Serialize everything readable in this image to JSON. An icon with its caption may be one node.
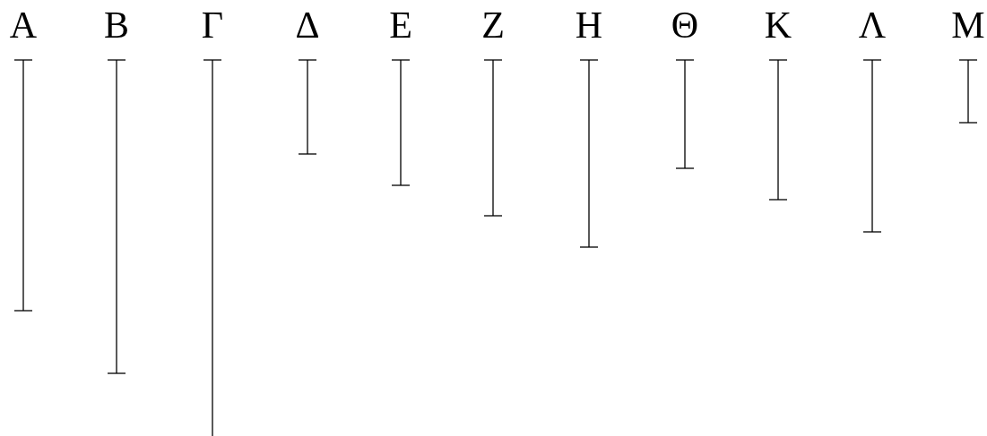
{
  "diagram": {
    "labels": [
      "Α",
      "Β",
      "Γ",
      "Δ",
      "Ε",
      "Ζ",
      "Η",
      "Θ",
      "Κ",
      "Λ",
      "Μ"
    ]
  }
}
